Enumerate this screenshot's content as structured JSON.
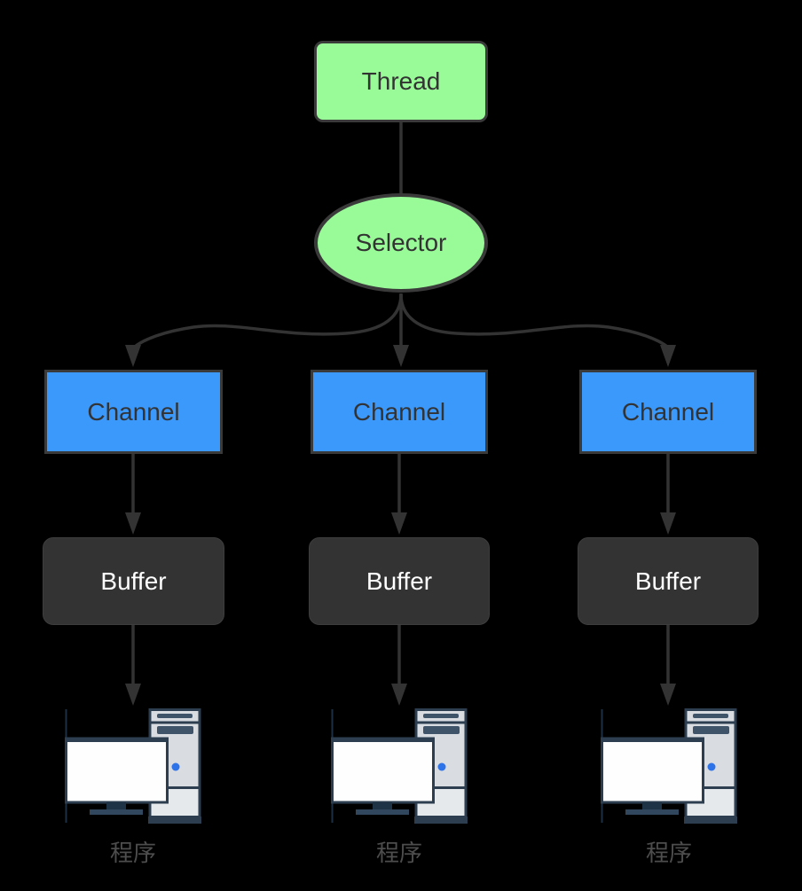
{
  "theme": {
    "background": "#000000",
    "node-border": "#3a3a3a",
    "green-fill": "#98fb98",
    "blue-fill": "#3b99fc",
    "dark-fill": "#333333",
    "edge-color": "#333333",
    "node-text": "#333333",
    "buffer-text": "#ffffff",
    "program-text": "#4d4d4d",
    "icon-navy": "#2c3e50",
    "icon-body-top": "#d9dde2",
    "icon-body-bottom": "#e6e9ec",
    "icon-slot": "#3f5369",
    "icon-screen": "#fefefe",
    "icon-dot-blue": "#2f73e8",
    "icon-stand": "#1f3347",
    "icon-base": "#31475e",
    "icon-backline": "#1d2f42"
  },
  "diagram": {
    "thread": {
      "label": "Thread"
    },
    "selector": {
      "label": "Selector"
    },
    "channels": [
      {
        "label": "Channel"
      },
      {
        "label": "Channel"
      },
      {
        "label": "Channel"
      }
    ],
    "buffers": [
      {
        "label": "Buffer"
      },
      {
        "label": "Buffer"
      },
      {
        "label": "Buffer"
      }
    ],
    "programs": [
      {
        "label": "程序"
      },
      {
        "label": "程序"
      },
      {
        "label": "程序"
      }
    ],
    "icons": [
      {
        "name": "desktop-computer-icon"
      },
      {
        "name": "desktop-computer-icon"
      },
      {
        "name": "desktop-computer-icon"
      }
    ]
  }
}
